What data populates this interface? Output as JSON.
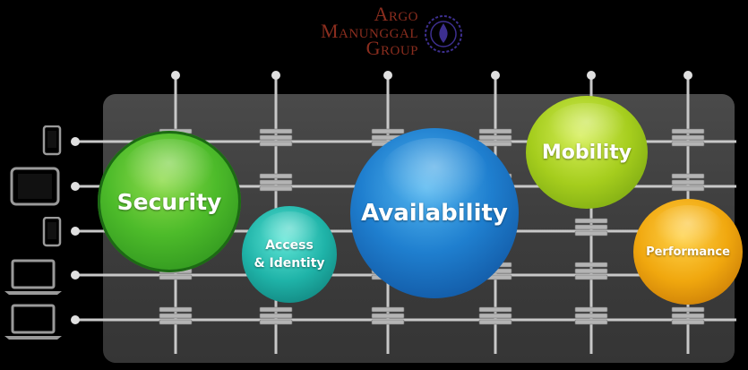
{
  "logo": {
    "line1": "Argo",
    "line2": "Manunggal",
    "line3": "Group",
    "color": "#8a2d1e",
    "mark_color": "#3d2f8f"
  },
  "devices": [
    {
      "name": "phone-icon"
    },
    {
      "name": "tablet-icon"
    },
    {
      "name": "phone-icon"
    },
    {
      "name": "laptop-icon"
    },
    {
      "name": "laptop-icon"
    }
  ],
  "bubbles": {
    "security": {
      "label": "Security",
      "color": "#4dbb2a"
    },
    "access": {
      "line1": "Access",
      "line2": "& Identity",
      "color": "#1fb3a8"
    },
    "availability": {
      "label": "Availability",
      "color": "#1f7fcf"
    },
    "mobility": {
      "label": "Mobility",
      "color": "#a5cd1d"
    },
    "performance": {
      "label": "Performance",
      "color": "#f0a70e"
    }
  },
  "colors": {
    "background": "#000000",
    "panel": "#444444",
    "rail": "#c8c8c8",
    "node": "#b4b4b4"
  }
}
